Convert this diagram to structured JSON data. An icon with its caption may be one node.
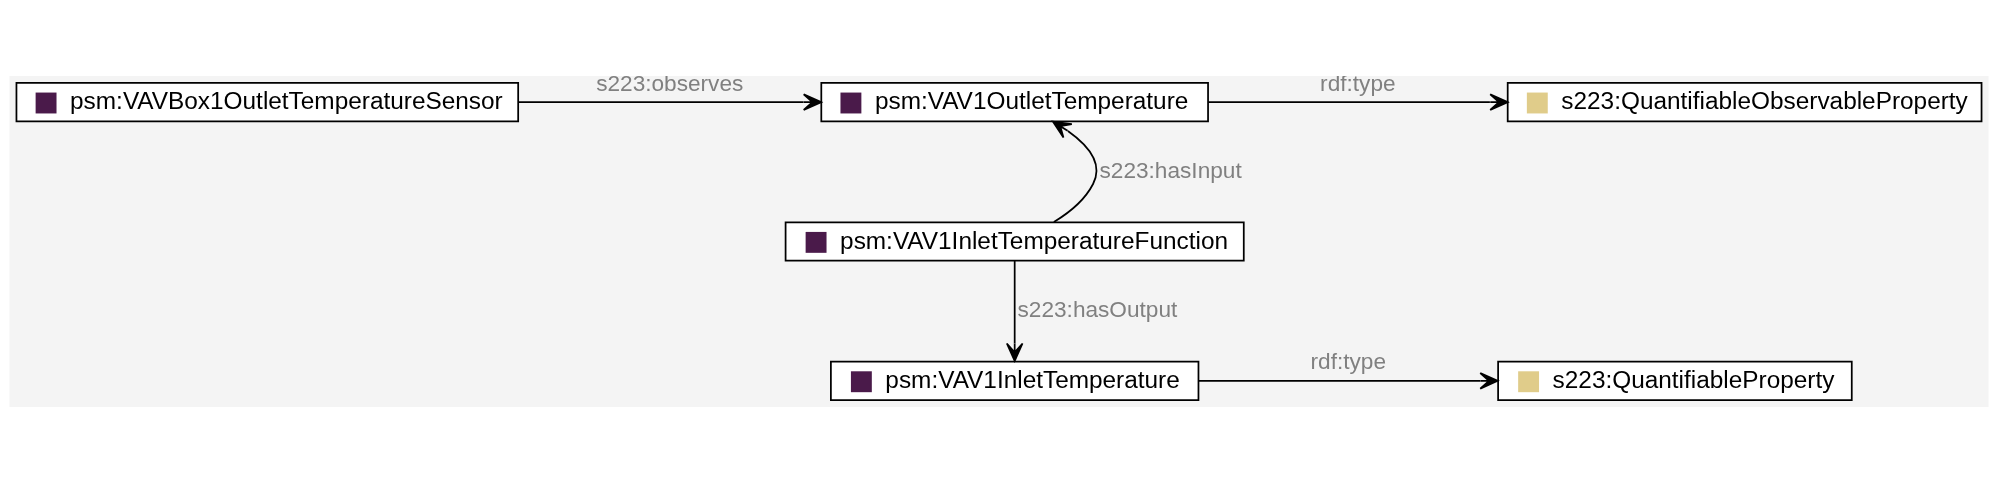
{
  "diagram": {
    "nodes": [
      {
        "text": [
          "psm:VAVBox1OutletTemperatureSensor"
        ]
      },
      {
        "text": [
          "psm:VAV1OutletTemperature"
        ]
      },
      {
        "text": [
          "s223:QuantifiableObservableProperty"
        ]
      },
      {
        "text": [
          "psm:VAV1InletTemperatureFunction"
        ]
      },
      {
        "text": [
          "psm:VAV1InletTemperature"
        ]
      },
      {
        "text": [
          "s223:QuantifiableProperty"
        ]
      }
    ],
    "edges": [
      {
        "from": 0,
        "to": 1,
        "arrow": "to",
        "label": "s223:observes"
      },
      {
        "from": 1,
        "to": 2,
        "arrow": "to",
        "label": "rdf:type"
      },
      {
        "from": 3,
        "to": 1,
        "arrow": "to",
        "label": "s223:hasInput"
      },
      {
        "from": 3,
        "to": 4,
        "arrow": "to",
        "label": "s223:hasOutput"
      },
      {
        "from": 4,
        "to": 5,
        "arrow": "to",
        "label": "rdf:type"
      }
    ]
  }
}
